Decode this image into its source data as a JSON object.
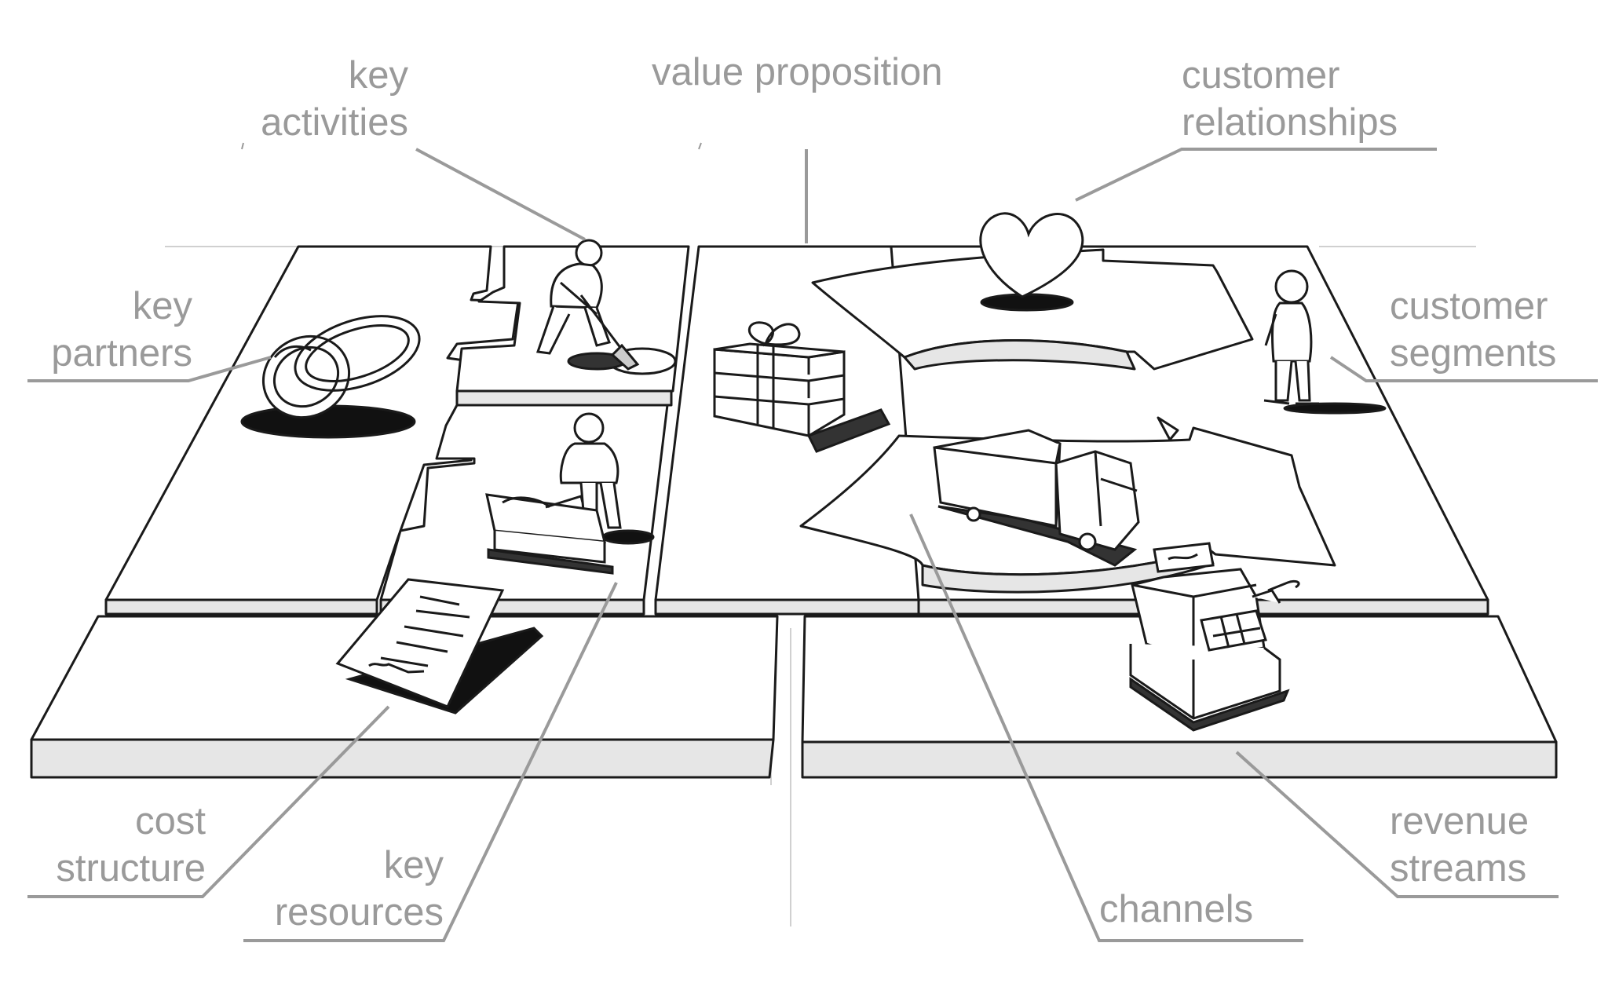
{
  "diagram": {
    "labels": {
      "key_activities": [
        "key",
        "activities"
      ],
      "value_proposition": [
        "value proposition"
      ],
      "customer_relationships": [
        "customer",
        "relationships"
      ],
      "key_partners": [
        "key",
        "partners"
      ],
      "customer_segments": [
        "customer",
        "segments"
      ],
      "cost_structure": [
        "cost",
        "structure"
      ],
      "key_resources": [
        "key",
        "resources"
      ],
      "channels": [
        "channels"
      ],
      "revenue_streams": [
        "revenue",
        "streams"
      ]
    },
    "colors": {
      "label_text": "#9a9a9a",
      "leader_line": "#9a9a9a",
      "sketch_stroke": "#1a1a1a",
      "panel_fill": "#ffffff",
      "panel_edge_fill": "#e6e6e6"
    },
    "illustrations": [
      "rings-icon",
      "digging-person-icon",
      "worker-at-table-icon",
      "gift-box-icon",
      "heart-icon",
      "person-standing-icon",
      "truck-icon",
      "cash-register-icon",
      "document-icon"
    ]
  }
}
